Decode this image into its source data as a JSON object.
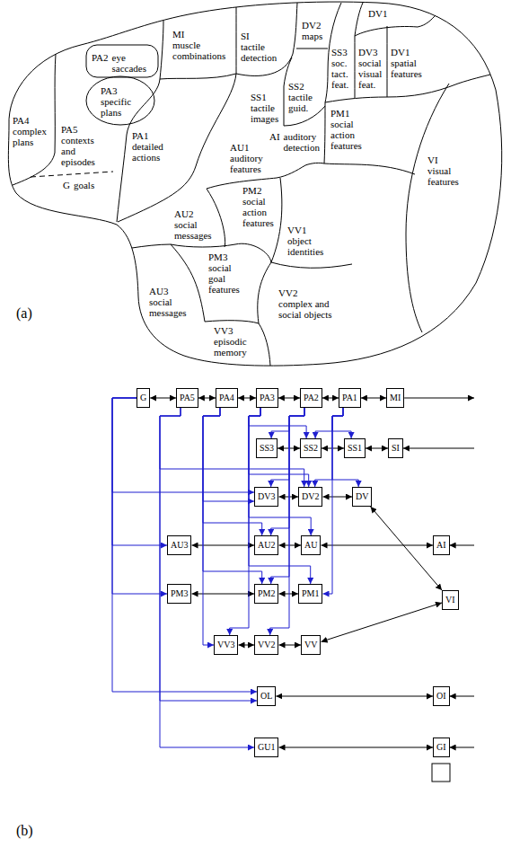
{
  "diagram": {
    "nodes": [
      {
        "text": [
          "MI",
          "muscle combinations"
        ]
      },
      {
        "text": [
          "SI",
          "tactile detection"
        ]
      },
      {
        "text": [
          "DV1"
        ]
      },
      {
        "text": [
          "DV2",
          "maps"
        ]
      },
      {
        "text": [
          "PA2",
          "eye saccades"
        ]
      },
      {
        "text": [
          "SS3",
          "soc. tact. feat."
        ]
      },
      {
        "text": [
          "DV3",
          "social visual feat."
        ]
      },
      {
        "text": [
          "DV1",
          "spatial features"
        ]
      },
      {
        "text": [
          "SS2",
          "tactile guid."
        ]
      },
      {
        "text": [
          "PA3",
          "specific plans"
        ]
      },
      {
        "text": [
          "SS1",
          "tactile images"
        ]
      },
      {
        "text": [
          "PM1",
          "social action features"
        ]
      },
      {
        "text": [
          "PA4",
          "complex plans"
        ]
      },
      {
        "text": [
          "PA5",
          "contexts and episodes"
        ]
      },
      {
        "text": [
          "PA1",
          "detailed actions"
        ]
      },
      {
        "text": [
          "AI",
          "auditory detection"
        ]
      },
      {
        "text": [
          "AU1",
          "auditory features"
        ]
      },
      {
        "text": [
          "VI",
          "visual features"
        ]
      },
      {
        "text": [
          "PM2",
          "social action features"
        ]
      },
      {
        "text": [
          "G",
          "goals"
        ]
      },
      {
        "text": [
          "AU2",
          "social messages"
        ]
      },
      {
        "text": [
          "VV1",
          "object identities"
        ]
      },
      {
        "text": [
          "PM3",
          "social goal features"
        ]
      },
      {
        "text": [
          "AU3",
          "social messages"
        ]
      },
      {
        "text": [
          "VV2",
          "complex and social objects"
        ]
      },
      {
        "text": [
          "VV3",
          "episodic memory"
        ]
      },
      {
        "text": [
          "G"
        ]
      },
      {
        "text": [
          "PA5"
        ]
      },
      {
        "text": [
          "PA4"
        ]
      },
      {
        "text": [
          "PA3"
        ]
      },
      {
        "text": [
          "PA2"
        ]
      },
      {
        "text": [
          "PA1"
        ]
      },
      {
        "text": [
          "MI"
        ]
      },
      {
        "text": [
          "SS3"
        ]
      },
      {
        "text": [
          "SS2"
        ]
      },
      {
        "text": [
          "SS1"
        ]
      },
      {
        "text": [
          "SI"
        ]
      },
      {
        "text": [
          "DV3"
        ]
      },
      {
        "text": [
          "DV2"
        ]
      },
      {
        "text": [
          "DV"
        ]
      },
      {
        "text": [
          "AU3"
        ]
      },
      {
        "text": [
          "AU2"
        ]
      },
      {
        "text": [
          "AU"
        ]
      },
      {
        "text": [
          "AI"
        ]
      },
      {
        "text": [
          "PM3"
        ]
      },
      {
        "text": [
          "PM2"
        ]
      },
      {
        "text": [
          "PM1"
        ]
      },
      {
        "text": [
          "VI"
        ]
      },
      {
        "text": [
          "VV3"
        ]
      },
      {
        "text": [
          "VV2"
        ]
      },
      {
        "text": [
          "VV"
        ]
      },
      {
        "text": [
          "OL"
        ]
      },
      {
        "text": [
          "OI"
        ]
      },
      {
        "text": [
          "GU1"
        ]
      },
      {
        "text": [
          "GI"
        ]
      }
    ],
    "edges": [
      {
        "from": 26,
        "to": 27,
        "arrow": "both"
      },
      {
        "from": 27,
        "to": 28,
        "arrow": "both"
      },
      {
        "from": 28,
        "to": 29,
        "arrow": "both"
      },
      {
        "from": 29,
        "to": 30,
        "arrow": "both"
      },
      {
        "from": 30,
        "to": 31,
        "arrow": "both"
      },
      {
        "from": 31,
        "to": 32,
        "arrow": "both"
      },
      {
        "from": 33,
        "to": 34,
        "arrow": "both"
      },
      {
        "from": 34,
        "to": 35,
        "arrow": "both"
      },
      {
        "from": 35,
        "to": 36,
        "arrow": "both"
      },
      {
        "from": 37,
        "to": 38,
        "arrow": "both"
      },
      {
        "from": 38,
        "to": 39,
        "arrow": "both"
      },
      {
        "from": 39,
        "to": 47,
        "arrow": "both"
      },
      {
        "from": 40,
        "to": 41,
        "arrow": "both"
      },
      {
        "from": 41,
        "to": 42,
        "arrow": "both"
      },
      {
        "from": 42,
        "to": 43,
        "arrow": "both"
      },
      {
        "from": 44,
        "to": 45,
        "arrow": "both"
      },
      {
        "from": 45,
        "to": 46,
        "arrow": "both"
      },
      {
        "from": 48,
        "to": 49,
        "arrow": "both"
      },
      {
        "from": 49,
        "to": 50,
        "arrow": "both"
      },
      {
        "from": 50,
        "to": 47,
        "arrow": "both"
      },
      {
        "from": 51,
        "to": 52,
        "arrow": "both"
      },
      {
        "from": 53,
        "to": 54,
        "arrow": "both"
      },
      {
        "from": 26,
        "to": 37,
        "arrow": "to"
      },
      {
        "from": 26,
        "to": 40,
        "arrow": "to"
      },
      {
        "from": 26,
        "to": 44,
        "arrow": "to"
      },
      {
        "from": 26,
        "to": 51,
        "arrow": "to"
      },
      {
        "from": 27,
        "to": 38,
        "arrow": "to"
      },
      {
        "from": 27,
        "to": 51,
        "arrow": "to"
      },
      {
        "from": 27,
        "to": 53,
        "arrow": "to"
      },
      {
        "from": 28,
        "to": 37,
        "arrow": "to"
      },
      {
        "from": 28,
        "to": 41,
        "arrow": "to"
      },
      {
        "from": 28,
        "to": 45,
        "arrow": "to"
      },
      {
        "from": 28,
        "to": 48,
        "arrow": "to"
      },
      {
        "from": 29,
        "to": 34,
        "arrow": "to"
      },
      {
        "from": 29,
        "to": 38,
        "arrow": "to"
      },
      {
        "from": 29,
        "to": 42,
        "arrow": "to"
      },
      {
        "from": 29,
        "to": 46,
        "arrow": "to"
      },
      {
        "from": 29,
        "to": 48,
        "arrow": "to"
      },
      {
        "from": 30,
        "to": 33,
        "arrow": "to"
      },
      {
        "from": 30,
        "to": 37,
        "arrow": "to"
      },
      {
        "from": 30,
        "to": 41,
        "arrow": "to"
      },
      {
        "from": 30,
        "to": 45,
        "arrow": "to"
      },
      {
        "from": 30,
        "to": 49,
        "arrow": "to"
      },
      {
        "from": 31,
        "to": 34,
        "arrow": "to"
      },
      {
        "from": 31,
        "to": 35,
        "arrow": "to"
      },
      {
        "from": 31,
        "to": 38,
        "arrow": "to"
      },
      {
        "from": 31,
        "to": 39,
        "arrow": "to"
      },
      {
        "from": 31,
        "to": 46,
        "arrow": "to"
      }
    ],
    "labels": [
      "(a)",
      "(b)"
    ]
  }
}
